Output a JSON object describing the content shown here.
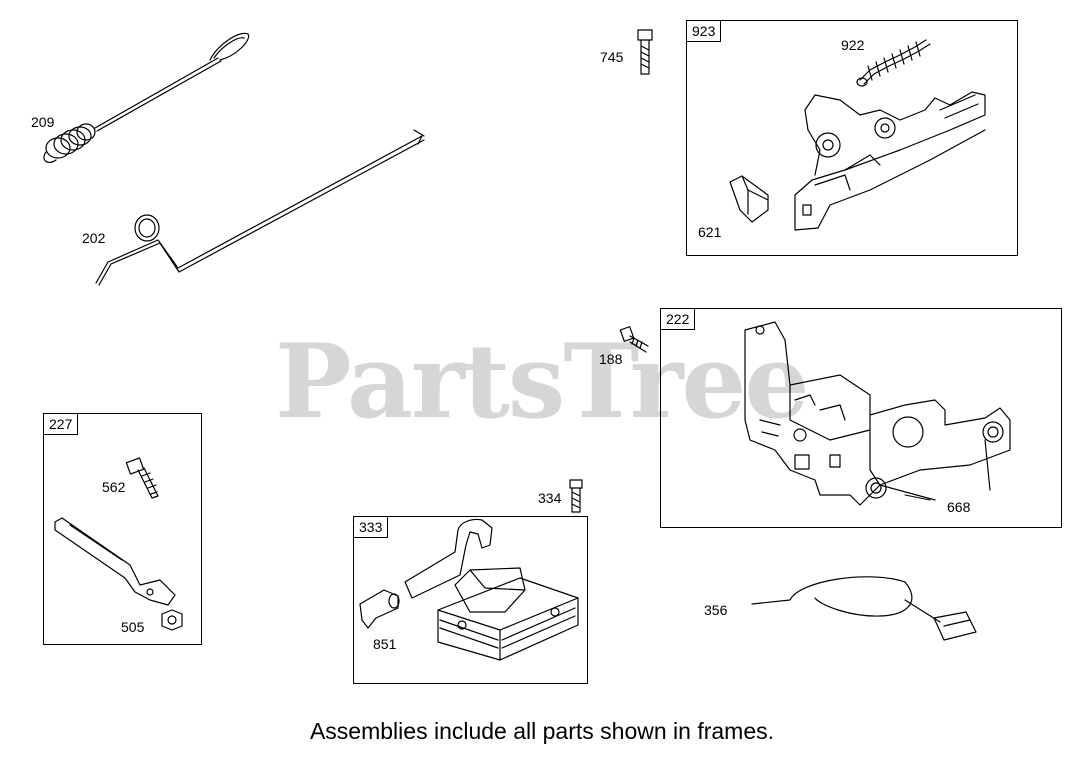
{
  "watermark": "PartsTree",
  "caption": "Assemblies include all parts shown in frames.",
  "frames": {
    "f923": "923",
    "f222": "222",
    "f227": "227",
    "f333": "333"
  },
  "callouts": {
    "c209": "209",
    "c202": "202",
    "c745": "745",
    "c922": "922",
    "c621": "621",
    "c188": "188",
    "c668": "668",
    "c562": "562",
    "c505": "505",
    "c334": "334",
    "c851": "851",
    "c356": "356"
  }
}
